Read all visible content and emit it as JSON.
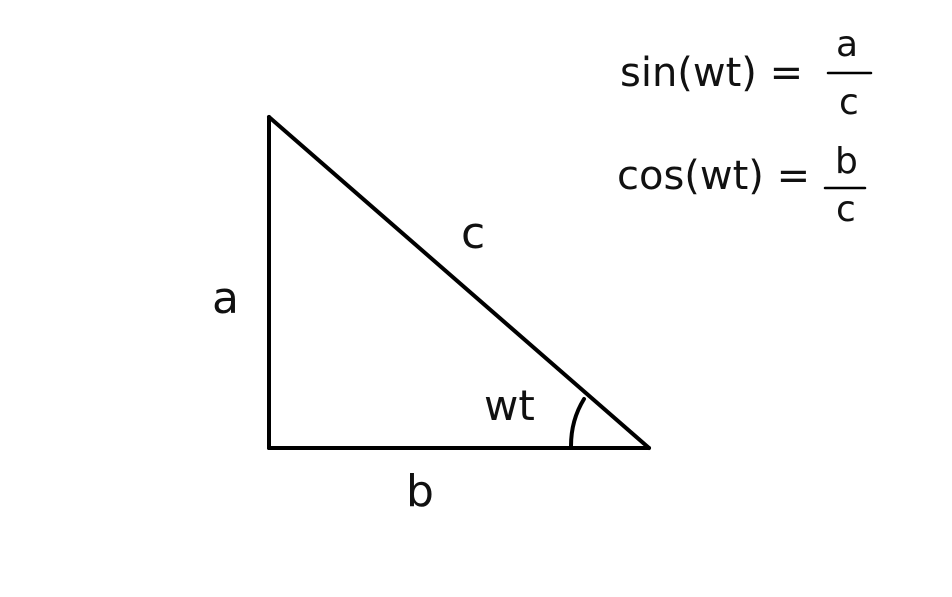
{
  "labels": {
    "side_a": "a",
    "side_b": "b",
    "side_c": "c",
    "angle": "wt"
  },
  "formulas": {
    "sin": {
      "lhs": "sin(wt) =",
      "numerator": "a",
      "denominator": "c"
    },
    "cos": {
      "lhs": "cos(wt) =",
      "numerator": "b",
      "denominator": "c"
    }
  },
  "colors": {
    "ink": "#000000",
    "background": "#ffffff"
  }
}
